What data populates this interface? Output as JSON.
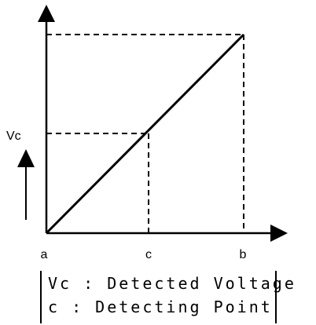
{
  "diagram": {
    "labels": {
      "y_axis": "Vc",
      "origin": "a",
      "mid_point": "c",
      "end_point": "b"
    },
    "legend": {
      "line1": "Vc : Detected Voltage",
      "line2": "c : Detecting Point"
    },
    "colors": {
      "ink": "#000000",
      "background": "#ffffff"
    }
  }
}
